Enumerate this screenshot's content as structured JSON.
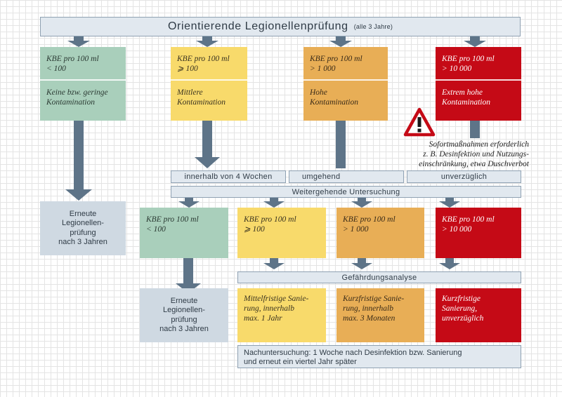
{
  "title": {
    "main": "Orientierende Legionellenprüfung",
    "note": "(alle 3 Jahre)"
  },
  "row1": [
    {
      "kbe": "KBE pro 100 ml",
      "threshold": "< 100",
      "result": [
        "Keine bzw. geringe",
        "Kontamination"
      ]
    },
    {
      "kbe": "KBE pro 100 ml",
      "threshold": "⩾ 100",
      "result": [
        "Mittlere",
        "Kontamination"
      ]
    },
    {
      "kbe": "KBE pro 100 ml",
      "threshold": "> 1 000",
      "result": [
        "Hohe",
        "Kontamination"
      ]
    },
    {
      "kbe": "KBE pro 100 ml",
      "threshold": "> 10 000",
      "result": [
        "Extrem hohe",
        "Kontamination"
      ]
    }
  ],
  "warning": {
    "icon": "warning-triangle-icon",
    "lines": [
      "Sofortmaßnahmen erforderlich",
      "z. B. Desinfektion und Nutzungs-",
      "einschränkung, etwa Duschverbot"
    ]
  },
  "timing": {
    "within_4_weeks": "innerhalb von 4 Wochen",
    "immediate": "umgehend",
    "urgent": "unverzüglich"
  },
  "further_investigation": "Weitergehende Untersuchung",
  "retest_box": [
    "Erneute",
    "Legionellen-",
    "prüfung",
    "nach 3 Jahren"
  ],
  "row2": [
    {
      "kbe": "KBE pro 100 ml",
      "threshold": "< 100"
    },
    {
      "kbe": "KBE pro 100 ml",
      "threshold": "⩾ 100"
    },
    {
      "kbe": "KBE pro 100 ml",
      "threshold": "> 1 000"
    },
    {
      "kbe": "KBE pro 100 ml",
      "threshold": "> 10 000"
    }
  ],
  "risk_analysis": "Gefährdungsanalyse",
  "retest_box2": [
    "Erneute",
    "Legionellen-",
    "prüfung",
    "nach 3 Jahren"
  ],
  "actions": [
    [
      "Mittelfristige Sanie-",
      "rung, innerhalb",
      "max. 1 Jahr"
    ],
    [
      "Kurzfristige Sanie-",
      "rung, innerhalb",
      "max. 3 Monaten"
    ],
    [
      "Kurzfristige",
      "Sanierung,",
      "unverzüglich"
    ]
  ],
  "followup": [
    "Nachuntersuchung: 1 Woche nach Desinfektion bzw. Sanierung",
    "und erneut ein viertel Jahr später"
  ],
  "colors": {
    "green": "#a9cfbb",
    "yellow": "#f8da6b",
    "orange": "#e8ae56",
    "red": "#c50a16",
    "arrow": "#5e7488",
    "bar": "#e1e8ef"
  }
}
